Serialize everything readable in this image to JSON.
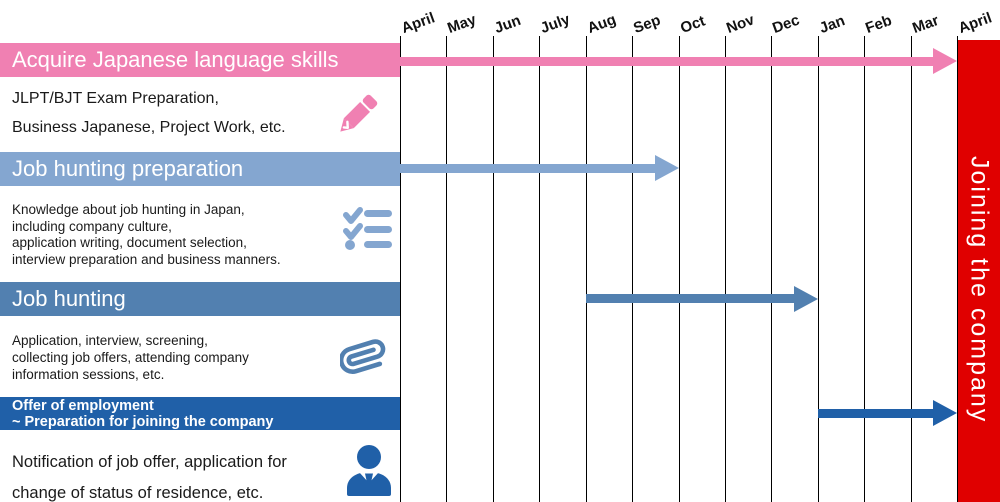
{
  "timeline": {
    "months": [
      "April",
      "May",
      "Jun",
      "July",
      "Aug",
      "Sep",
      "Oct",
      "Nov",
      "Dec",
      "Jan",
      "Feb",
      "Mar",
      "April"
    ],
    "joining_label": "Joining the company"
  },
  "sections": [
    {
      "title": "Acquire Japanese language skills",
      "description": [
        "JLPT/BJT Exam Preparation,",
        "Business Japanese, Project Work, etc."
      ],
      "icon": "pencil-icon",
      "color": "#f080b2",
      "arrow": {
        "from": 0,
        "to": 12
      }
    },
    {
      "title": "Job hunting preparation",
      "description": [
        "Knowledge about job hunting in Japan,",
        "including company culture,",
        "application writing, document selection,",
        "interview preparation and business manners."
      ],
      "icon": "checklist-icon",
      "color": "#84a6d0",
      "arrow": {
        "from": 0,
        "to": 6
      }
    },
    {
      "title": "Job hunting",
      "description": [
        "Application, interview, screening,",
        "collecting job offers, attending company",
        "information sessions, etc."
      ],
      "icon": "paperclip-icon",
      "color": "#5280b0",
      "arrow": {
        "from": 4,
        "to": 9
      }
    },
    {
      "title_lines": [
        "Offer of employment",
        "~ Preparation for joining the company"
      ],
      "description": [
        "Notification of job offer, application for",
        "change of status of residence, etc."
      ],
      "icon": "businessman-icon",
      "color": "#2060a8",
      "arrow": {
        "from": 9,
        "to": 12
      }
    }
  ],
  "colors": {
    "joining_bar": "#e00000",
    "grid_line": "#000000"
  }
}
